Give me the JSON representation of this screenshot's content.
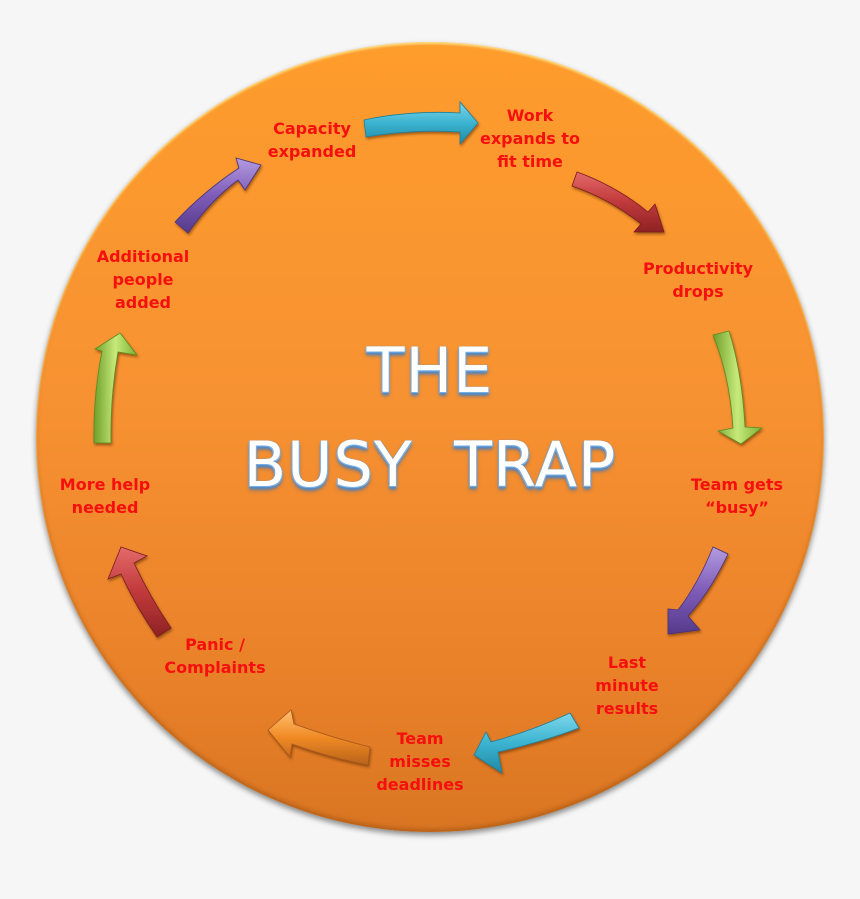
{
  "title": {
    "line1": "THE",
    "line2": "BUSY  TRAP"
  },
  "colors": {
    "background": "#f6f6f6",
    "disc_top": "#fe9c2c",
    "disc_bottom": "#d97522",
    "label_text": "#f50f0f",
    "title_fill": "#ffffff",
    "title_outline": "#5b9bd5"
  },
  "cycle": {
    "steps": [
      {
        "label": "Capacity\nexpanded"
      },
      {
        "label": "Work\nexpands to\nfit time"
      },
      {
        "label": "Productivity\ndrops"
      },
      {
        "label": "Team gets\n“busy”"
      },
      {
        "label": "Last\nminute\nresults"
      },
      {
        "label": "Team\nmisses\ndeadlines"
      },
      {
        "label": "Panic /\nComplaints"
      },
      {
        "label": "More help\nneeded"
      },
      {
        "label": "Additional\npeople\nadded"
      }
    ],
    "arrows": [
      {
        "from": "Capacity expanded",
        "to": "Work expands to fit time",
        "color": "#3bb3d0",
        "icon": "arrow-right"
      },
      {
        "from": "Work expands to fit time",
        "to": "Productivity drops",
        "color": "#c0393b",
        "icon": "arrow-down-right"
      },
      {
        "from": "Productivity drops",
        "to": "Team gets busy",
        "color": "#8fc43f",
        "icon": "arrow-down"
      },
      {
        "from": "Team gets busy",
        "to": "Last minute results",
        "color": "#7e5cb8",
        "icon": "arrow-down-left"
      },
      {
        "from": "Last minute results",
        "to": "Team misses deadlines",
        "color": "#3bb3d0",
        "icon": "arrow-left"
      },
      {
        "from": "Team misses deadlines",
        "to": "Panic / Complaints",
        "color": "#f08a24",
        "icon": "arrow-left"
      },
      {
        "from": "Panic / Complaints",
        "to": "More help needed",
        "color": "#c0393b",
        "icon": "arrow-up-left"
      },
      {
        "from": "More help needed",
        "to": "Additional people added",
        "color": "#8fc43f",
        "icon": "arrow-up"
      },
      {
        "from": "Additional people added",
        "to": "Capacity expanded",
        "color": "#7e5cb8",
        "icon": "arrow-up-right"
      }
    ]
  }
}
